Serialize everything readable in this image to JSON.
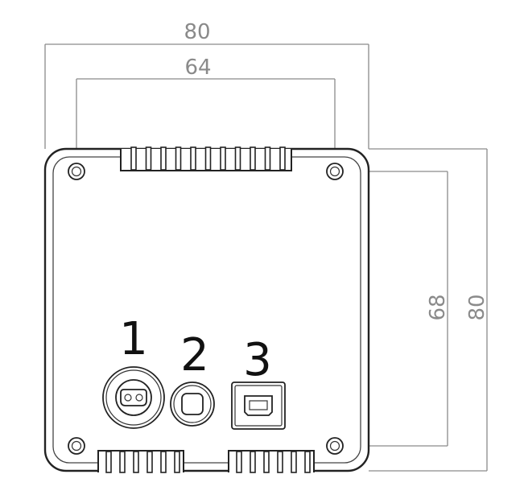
{
  "dimensions": {
    "overall_width": "80",
    "hole_spacing_width": "64",
    "hole_spacing_height": "68",
    "overall_height": "80"
  },
  "connectors": [
    {
      "label": "1"
    },
    {
      "label": "2"
    },
    {
      "label": "3"
    }
  ]
}
